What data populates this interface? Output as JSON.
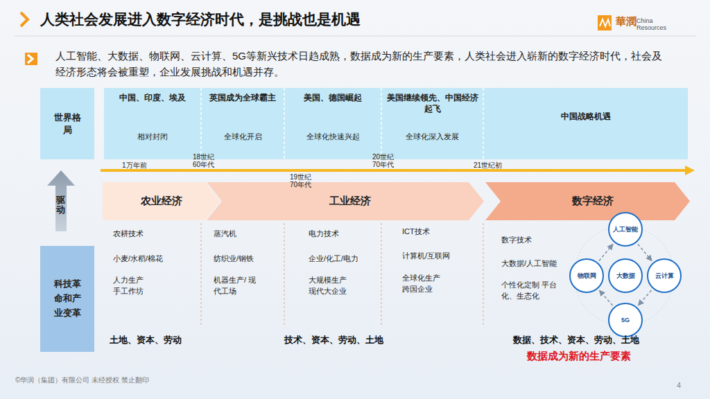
{
  "diagram": {
    "title": "人类社会发展进入数字经济时代，是挑战也是机遇",
    "nodes": [
      {
        "text": [
          "世界格局"
        ]
      },
      {
        "text": [
          "中国、印度、埃及",
          "相对封闭"
        ]
      },
      {
        "text": [
          "英国成为全球霸主",
          "全球化开启"
        ]
      },
      {
        "text": [
          "美国、德国崛起",
          "全球化快速兴起"
        ]
      },
      {
        "text": [
          "美国继续领先、中国经济起飞",
          "全球化深入发展"
        ]
      },
      {
        "text": [
          "中国战略机遇"
        ]
      },
      {
        "text": [
          "科技革命和产业变革"
        ]
      },
      {
        "text": [
          "农业经济"
        ]
      },
      {
        "text": [
          "工业经济"
        ]
      },
      {
        "text": [
          "数字经济"
        ]
      },
      {
        "text": [
          "人工智能"
        ]
      },
      {
        "text": [
          "物联网"
        ]
      },
      {
        "text": [
          "大数据"
        ]
      },
      {
        "text": [
          "云计算"
        ]
      },
      {
        "text": [
          "5G"
        ]
      }
    ],
    "edges": [
      {
        "from": 10,
        "to": 13,
        "arrow": "to"
      },
      {
        "from": 13,
        "to": 14,
        "arrow": "to"
      },
      {
        "from": 14,
        "to": 11,
        "arrow": "to"
      },
      {
        "from": 11,
        "to": 10,
        "arrow": "to"
      }
    ],
    "labels": [
      "華潤",
      "China Resources",
      "人工智能、大数据、物联网、云计算、5G等新兴技术日趋成熟，数据成为新的生产要素，人类社会进入崭新的数字经济时代，社会及经济形态将会被重塑，企业发展挑战和机遇并存。",
      "驱动",
      "1万年前",
      "18世纪 60年代",
      "19世纪 70年代",
      "20世纪 70年代",
      "21世纪初",
      "农耕技术",
      "小麦/水稻/棉花",
      "人力生产 手工作坊",
      "蒸汽机",
      "纺织业/钢铁",
      "机器生产/ 现代工场",
      "电力技术",
      "企业/化工/电力",
      "大规模生产 现代大企业",
      "ICT技术",
      "计算机/互联网",
      "全球化生产 跨国企业",
      "数字技术",
      "大数据/人工智能",
      "个性化定制 平台化、生态化",
      "土地、资本、劳动",
      "技术、资本、劳动、土地",
      "数据、技术、资本、劳动、土地",
      "数据成为新的生产要素",
      "©华润（集团）有限公司 未经授权 禁止翻印",
      "4"
    ]
  }
}
